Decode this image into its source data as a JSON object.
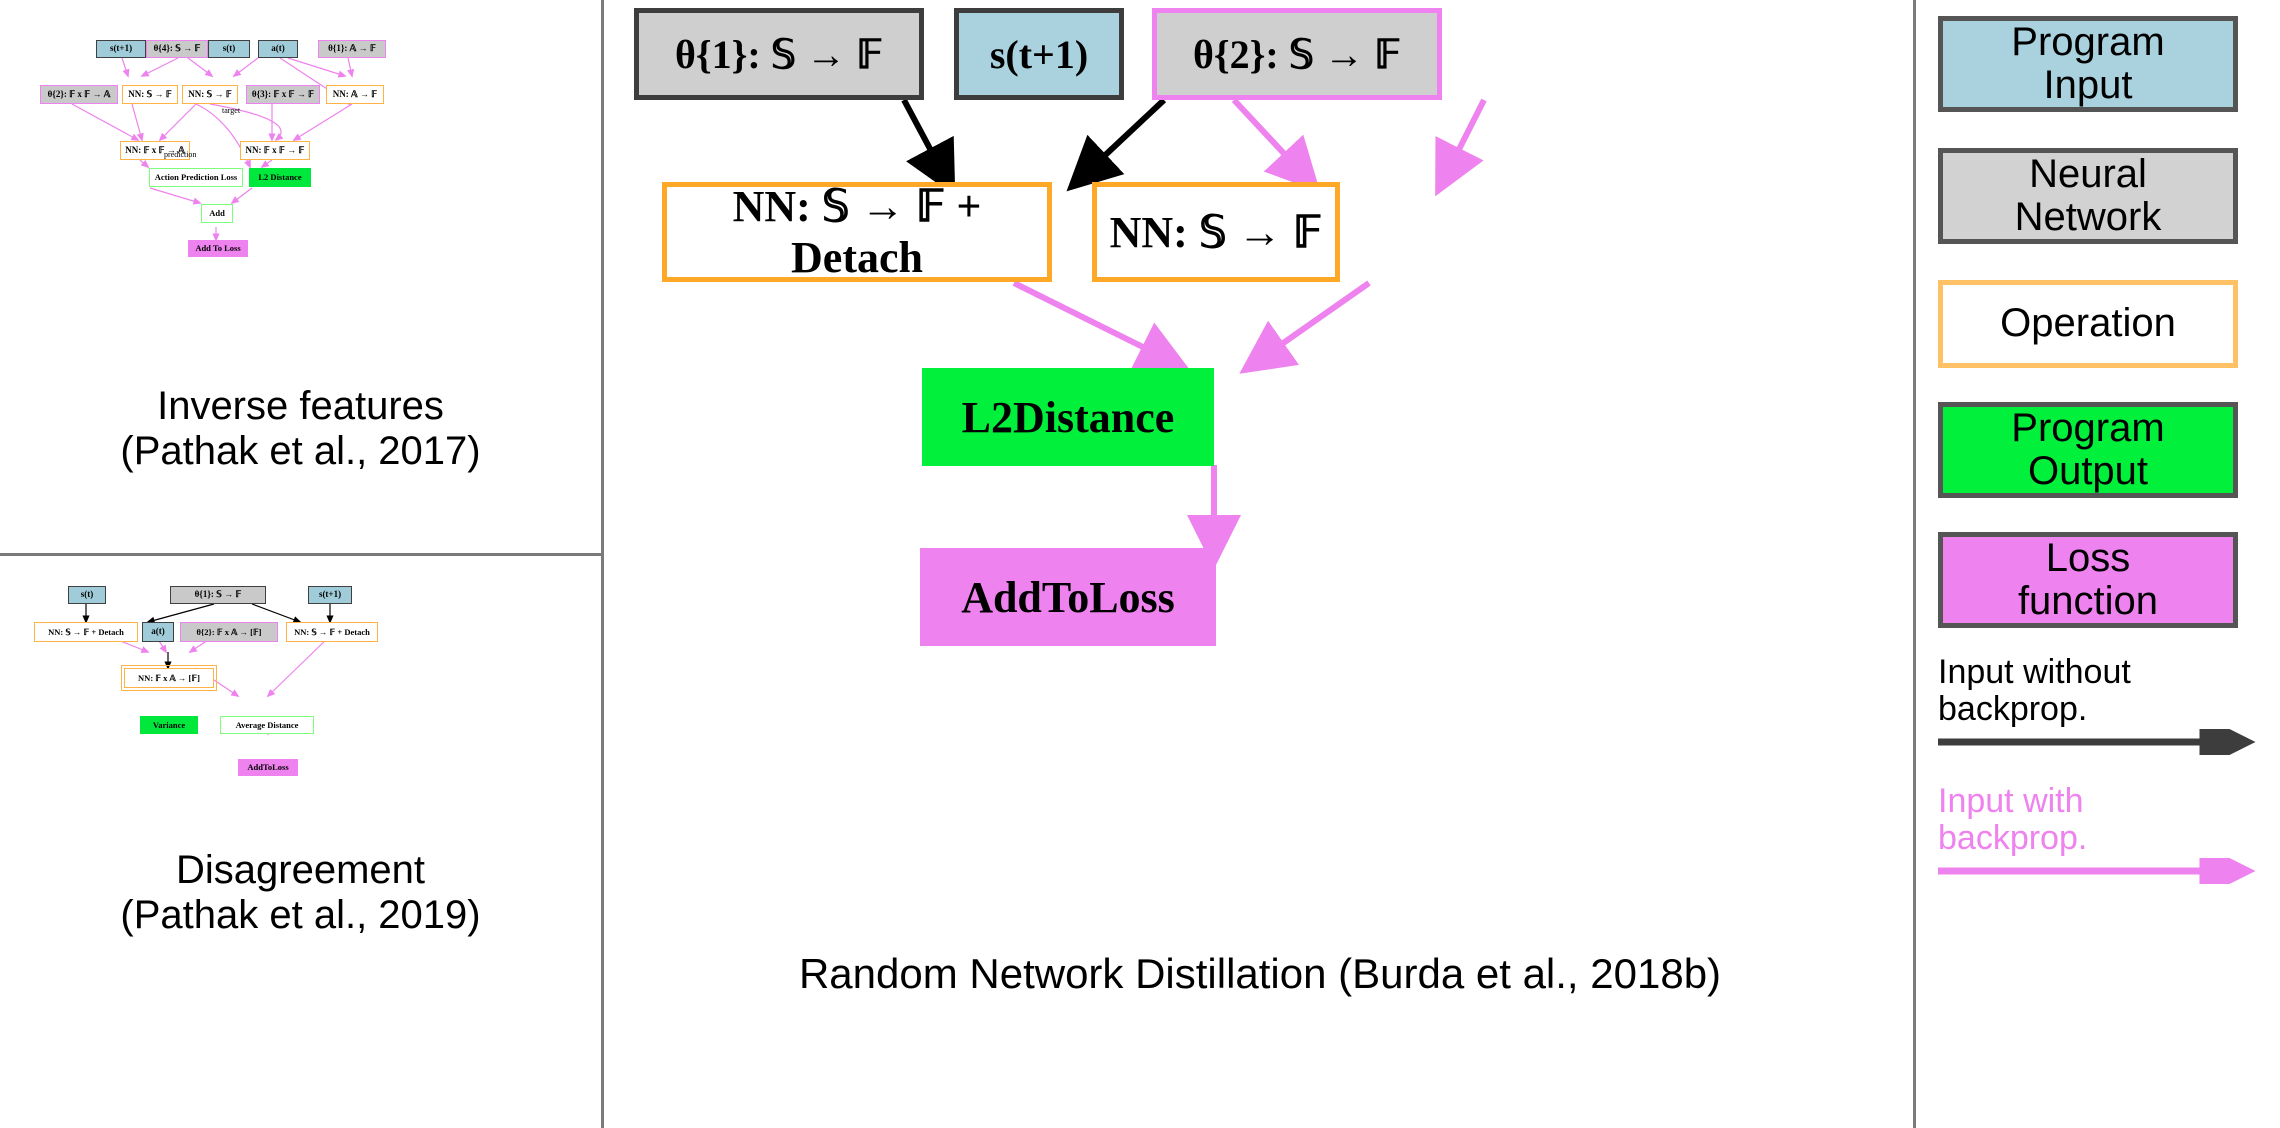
{
  "panels": {
    "inverse": {
      "caption": "Inverse features\n(Pathak et al., 2017)",
      "nodes": [
        {
          "id": "i-stp1",
          "label": "s(t+1)",
          "type": "input"
        },
        {
          "id": "i-th4",
          "label": "θ{4}: 𝕊 → 𝔽",
          "type": "nn-pink"
        },
        {
          "id": "i-st",
          "label": "s(t)",
          "type": "input"
        },
        {
          "id": "i-at",
          "label": "a(t)",
          "type": "input"
        },
        {
          "id": "i-th1",
          "label": "θ{1}: 𝔸 → 𝔽",
          "type": "nn-pink"
        },
        {
          "id": "i-th2",
          "label": "θ{2}: 𝔽 x 𝔽 → 𝔸",
          "type": "nn-pink"
        },
        {
          "id": "i-nn1",
          "label": "NN: 𝕊 → 𝔽",
          "type": "op"
        },
        {
          "id": "i-nn2",
          "label": "NN: 𝕊 → 𝔽",
          "type": "op"
        },
        {
          "id": "i-th3",
          "label": "θ{3}: 𝔽 x 𝔽 → 𝔽",
          "type": "nn-pink"
        },
        {
          "id": "i-nnA",
          "label": "NN: 𝔸 → 𝔽",
          "type": "op"
        },
        {
          "id": "i-nnFFA",
          "label": "NN: 𝔽 x 𝔽 → 𝔸",
          "type": "op"
        },
        {
          "id": "i-nnFFF",
          "label": "NN: 𝔽 x 𝔽 → 𝔽",
          "type": "op"
        },
        {
          "id": "i-apl",
          "label": "Action Prediction Loss",
          "type": "out-white"
        },
        {
          "id": "i-l2",
          "label": "L2 Distance",
          "type": "out-green"
        },
        {
          "id": "i-add",
          "label": "Add",
          "type": "out-white"
        },
        {
          "id": "i-atl",
          "label": "Add To Loss",
          "type": "loss"
        }
      ],
      "edge_labels": [
        {
          "id": "i-target",
          "text": "target"
        },
        {
          "id": "i-prediction",
          "text": "prediction"
        }
      ]
    },
    "disagreement": {
      "caption": "Disagreement\n(Pathak et al., 2019)",
      "nodes": [
        {
          "id": "d-st",
          "label": "s(t)",
          "type": "input"
        },
        {
          "id": "d-th1",
          "label": "θ{1}: 𝕊 → 𝔽",
          "type": "nn"
        },
        {
          "id": "d-stp1",
          "label": "s(t+1)",
          "type": "input"
        },
        {
          "id": "d-nnL",
          "label": "NN: 𝕊 → 𝔽 + Detach",
          "type": "op"
        },
        {
          "id": "d-at",
          "label": "a(t)",
          "type": "input"
        },
        {
          "id": "d-th2",
          "label": "θ{2}: 𝔽 x 𝔸 → [𝔽]",
          "type": "nn-pink"
        },
        {
          "id": "d-nnR",
          "label": "NN: 𝕊 → 𝔽 + Detach",
          "type": "op"
        },
        {
          "id": "d-nnFA",
          "label": "NN: 𝔽 x 𝔸 → [𝔽]",
          "type": "op-double"
        },
        {
          "id": "d-var",
          "label": "Variance",
          "type": "out-green"
        },
        {
          "id": "d-avg",
          "label": "Average Distance",
          "type": "out-white"
        },
        {
          "id": "d-atl",
          "label": "AddToLoss",
          "type": "loss"
        }
      ],
      "edge_labels": []
    },
    "rnd": {
      "caption": "Random Network Distillation (Burda et al., 2018b)",
      "nodes": [
        {
          "id": "r-th1",
          "label": "θ{1}: 𝕊 → 𝔽",
          "type": "nn"
        },
        {
          "id": "r-stp1",
          "label": "s(t+1)",
          "type": "input"
        },
        {
          "id": "r-th2",
          "label": "θ{2}: 𝕊 → 𝔽",
          "type": "nn-pink"
        },
        {
          "id": "r-nnDet",
          "label": "NN: 𝕊 → 𝔽 + Detach",
          "type": "op"
        },
        {
          "id": "r-nn",
          "label": "NN: 𝕊 → 𝔽",
          "type": "op"
        },
        {
          "id": "r-l2",
          "label": "L2Distance",
          "type": "out-green"
        },
        {
          "id": "r-atl",
          "label": "AddToLoss",
          "type": "loss"
        }
      ]
    }
  },
  "legend": {
    "items": [
      {
        "id": "program-input",
        "label": "Program\nInput",
        "color": "#a9d2de"
      },
      {
        "id": "neural-network",
        "label": "Neural\nNetwork",
        "color": "#d2d2d2"
      },
      {
        "id": "operation",
        "label": "Operation",
        "color": "#ffffff"
      },
      {
        "id": "program-output",
        "label": "Program\nOutput",
        "color": "#00f03c"
      },
      {
        "id": "loss-function",
        "label": "Loss\nfunction",
        "color": "#ee82ee"
      }
    ],
    "arrows": [
      {
        "id": "input-without-backprop",
        "label": "Input without\nbackprop.",
        "color": "#3d3d3d"
      },
      {
        "id": "input-with-backprop",
        "label": "Input with\nbackprop.",
        "color": "#ee82ee"
      }
    ]
  },
  "colors": {
    "program_input": "#a9d2de",
    "neural_network": "#d2d2d2",
    "operation_border": "#ffa726",
    "program_output": "#00f03c",
    "loss_function": "#ee82ee",
    "backprop_edge": "#ee82ee",
    "plain_edge": "#000000",
    "divider": "#7a7a7a"
  }
}
